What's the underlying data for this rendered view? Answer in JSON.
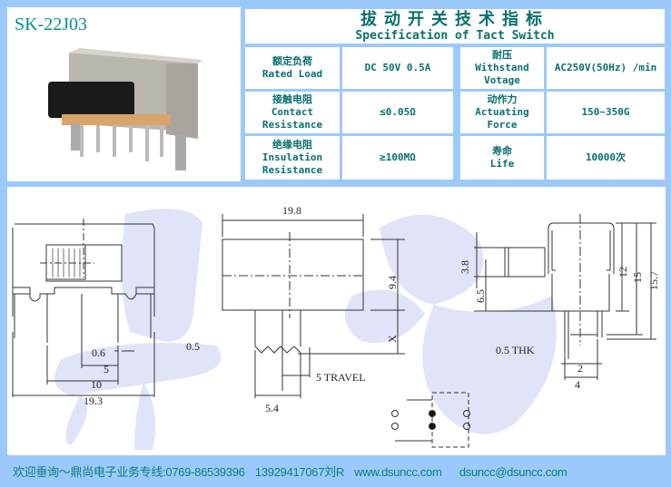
{
  "product": {
    "model": "SK-22J03"
  },
  "spec_table": {
    "title_cn": "拔动开关技术指标",
    "title_en": "Specification of Tact Switch",
    "rows": [
      {
        "left_cn": "额定负荷",
        "left_en": "Rated Load",
        "left_value": "DC 50V 0.5A",
        "right_cn": "耐压",
        "right_en1": "Withstand",
        "right_en2": "Votage",
        "right_value": "AC250V(50Hz) /min"
      },
      {
        "left_cn": "接触电阻",
        "left_en1": "Contact",
        "left_en2": "Resistance",
        "left_value": "≤0.05Ω",
        "right_cn": "动作力",
        "right_en1": "Actuating",
        "right_en2": "Force",
        "right_value": "150~350G"
      },
      {
        "left_cn": "绝缘电阻",
        "left_en1": "Insulation",
        "left_en2": "Resistance",
        "left_value": "≥100MΩ",
        "right_cn": "寿命",
        "right_en": "Life",
        "right_value": "10000次"
      }
    ]
  },
  "drawing": {
    "watermark": "鼎尚",
    "front": {
      "d1": "0.6",
      "d2": "0.5",
      "d3": "5",
      "d4": "10",
      "d5": "19.3"
    },
    "top": {
      "width": "19.8",
      "height": "9.4",
      "x": "X",
      "travel": "5 TRAVEL",
      "offset": "5.4"
    },
    "side": {
      "a": "3.8",
      "b": "6.5",
      "h1": "12",
      "h2": "15",
      "h3": "15.7",
      "thk": "0.5 THK",
      "p1": "2",
      "p2": "4"
    }
  },
  "footer": {
    "slogan": "欢迎垂询～鼎尚电子业务专线:0769-86539396",
    "mobile": "13929417067刘R",
    "website": "www.dsuncc.com",
    "email": "dsuncc@dsuncc.com"
  }
}
